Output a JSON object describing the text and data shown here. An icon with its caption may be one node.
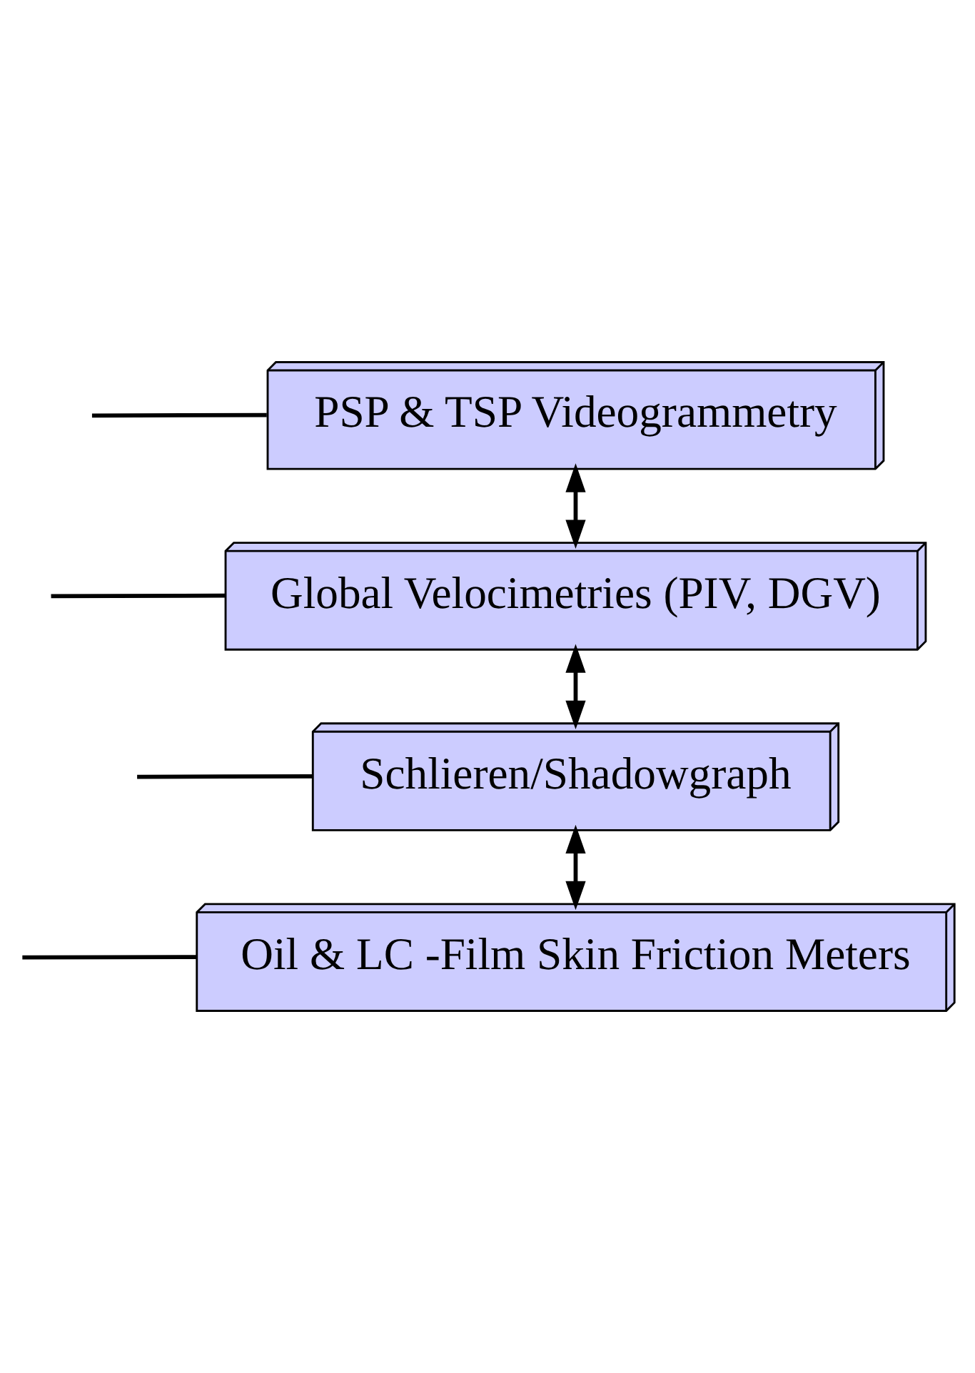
{
  "diagram": {
    "nodes": [
      {
        "text": [
          "PSP & TSP Videogrammetry"
        ]
      },
      {
        "text": [
          "Global Velocimetries (PIV, DGV)"
        ]
      },
      {
        "text": [
          "Schlieren/Shadowgraph"
        ]
      },
      {
        "text": [
          "Oil & LC -Film Skin Friction Meters"
        ]
      }
    ],
    "edges": [
      {
        "from": 0,
        "to": 1,
        "arrow": "both"
      },
      {
        "from": 1,
        "to": 2,
        "arrow": "both"
      },
      {
        "from": 2,
        "to": 3,
        "arrow": "both"
      },
      {
        "from": null,
        "to": 0,
        "arrow": "none"
      },
      {
        "from": null,
        "to": 1,
        "arrow": "none"
      },
      {
        "from": null,
        "to": 2,
        "arrow": "none"
      },
      {
        "from": null,
        "to": 3,
        "arrow": "none"
      }
    ]
  }
}
